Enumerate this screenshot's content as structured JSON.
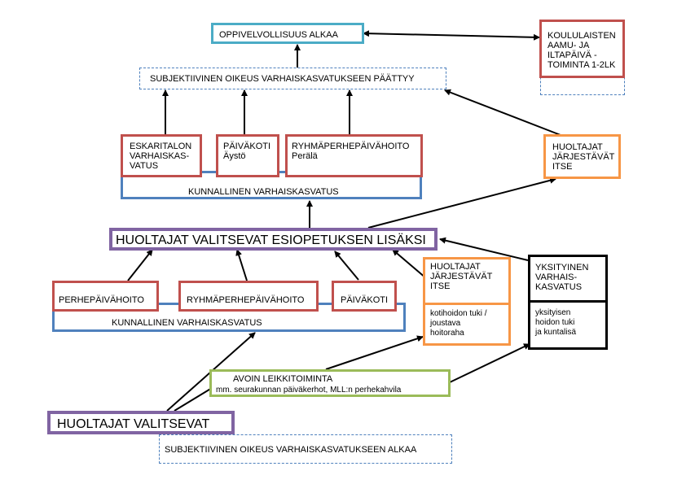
{
  "diagram": {
    "oppivelvollisuus": "OPPIVELVOLLISUUS ALKAA",
    "koululaisten": "KOULULAISTEN\nAAMU- JA\nILTAPÄIVÄ -\nTOIMINTA 1-2LK",
    "subj_paattyy": "SUBJEKTIIVINEN OIKEUS VARHAISKASVATUKSEEN PÄÄTTYY",
    "eskaritalon": "ESKARITALON\nVARHAISKAS-\nVATUS",
    "paivakoti_aysto": "PÄIVÄKOTI\nÄystö",
    "ryhma_perala": "RYHMÄPERHEPÄIVÄHOITO\n       Perälä",
    "kunnallinen_top": "KUNNALLINEN VARHAISKASVATUS",
    "huoltajat_itse_top": "HUOLTAJAT\nJÄRJESTÄVÄT\nITSE",
    "esiopetus": "HUOLTAJAT VALITSEVAT ESIOPETUKSEN LISÄKSI",
    "perhepaivahoito": "PERHEPÄIVÄHOITO",
    "ryhmaperhepaivahoito": "RYHMÄPERHEPÄIVÄHOITO",
    "paivakoti": "PÄIVÄKOTI",
    "kunnallinen_bottom": "KUNNALLINEN VARHAISKASVATUS",
    "huoltajat_itse_mid": "HUOLTAJAT\nJÄRJESTÄVÄT\nITSE",
    "kotihoidon": "kotihoidon tuki /\njoustava\nhoitoraha",
    "yksityinen": "YKSITYINEN\nVARHAIS-\nKASVATUS",
    "yksityisen_tuki": "yksityisen\nhoidon tuki\nja kuntalisä",
    "avoin_title": "AVOIN LEIKKITOIMINTA",
    "avoin_sub": "mm. seurakunnan päiväkerhot, MLL:n perhekahvila",
    "huoltajat_valitsevat": "HUOLTAJAT VALITSEVAT",
    "subj_alkaa": "SUBJEKTIIVINEN OIKEUS VARHAISKASVATUKSEEN ALKAA"
  },
  "colors": {
    "red": "#c0504d",
    "orange": "#f79646",
    "purple": "#8064a2",
    "teal": "#4bacc6",
    "green": "#9bbb59",
    "blue": "#4f81bd",
    "black": "#000000"
  }
}
